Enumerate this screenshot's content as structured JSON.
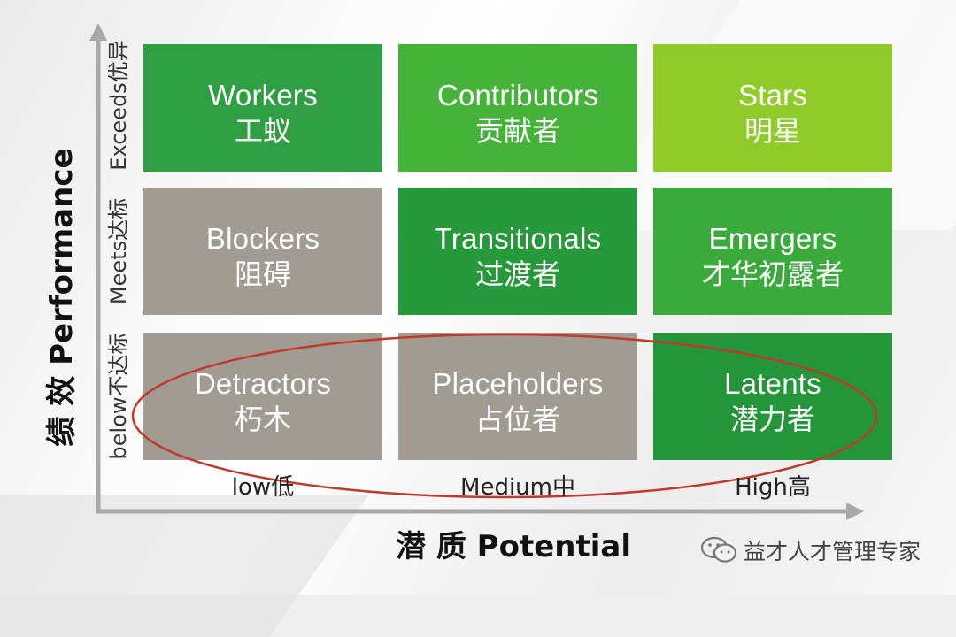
{
  "axes": {
    "y_title": "绩 效 Performance",
    "x_title": "潜 质 Potential",
    "y_levels": [
      "Exceeds优异",
      "Meets达标",
      "below不达标"
    ],
    "x_levels": [
      "low低",
      "Medium中",
      "High高"
    ]
  },
  "grid": {
    "rows": [
      [
        {
          "en": "Workers",
          "zh": "工蚁",
          "color": "#2ea043"
        },
        {
          "en": "Contributors",
          "zh": "贡献者",
          "color": "#45b33a"
        },
        {
          "en": "Stars",
          "zh": "明星",
          "color": "#8fcc2a"
        }
      ],
      [
        {
          "en": "Blockers",
          "zh": "阻碍",
          "color": "#a29b92"
        },
        {
          "en": "Transitionals",
          "zh": "过渡者",
          "color": "#269a3a"
        },
        {
          "en": "Emergers",
          "zh": "才华初露者",
          "color": "#3aaa3c"
        }
      ],
      [
        {
          "en": "Detractors",
          "zh": "朽木",
          "color": "#a29b92"
        },
        {
          "en": "Placeholders",
          "zh": "占位者",
          "color": "#a29b92"
        },
        {
          "en": "Latents",
          "zh": "潜力者",
          "color": "#23963a"
        }
      ]
    ]
  },
  "highlight": {
    "color": "#c0392b"
  },
  "watermark": {
    "text": "益才人才管理专家",
    "icon": "wechat-icon"
  }
}
